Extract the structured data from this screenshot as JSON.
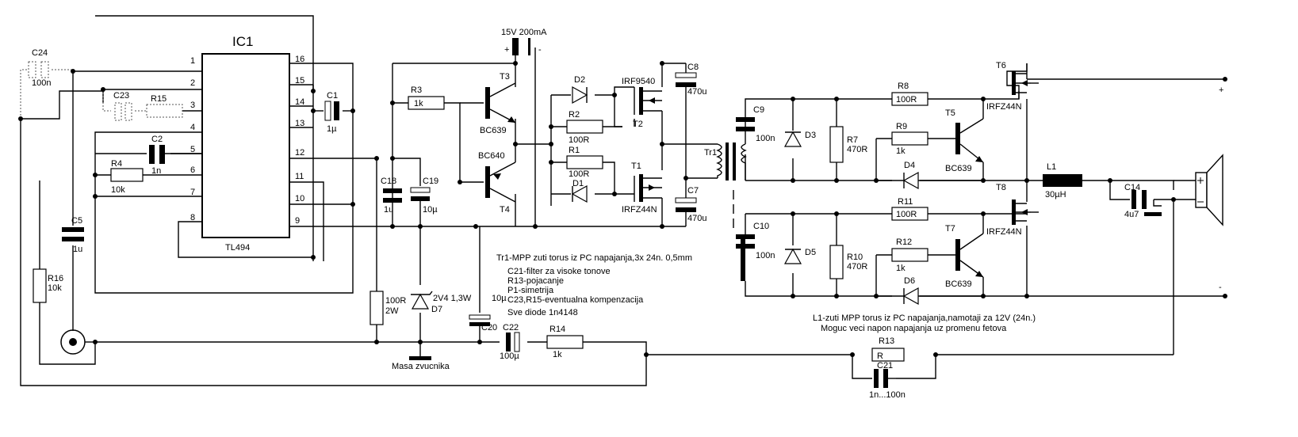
{
  "ic": {
    "name": "IC1",
    "part": "TL494",
    "pins_left": [
      "1",
      "2",
      "3",
      "4",
      "5",
      "6",
      "7",
      "8"
    ],
    "pins_right": [
      "16",
      "15",
      "14",
      "13",
      "12",
      "11",
      "10",
      "9"
    ]
  },
  "supply": {
    "label": "15V 200mA",
    "plus": "+",
    "minus": "-"
  },
  "components": {
    "C24": [
      "C24",
      "100n"
    ],
    "C23": [
      "C23",
      ""
    ],
    "R15": [
      "R15",
      ""
    ],
    "C1": [
      "C1",
      "1µ"
    ],
    "C2": [
      "C2",
      "1n"
    ],
    "R4": [
      "R4",
      "10k"
    ],
    "C5": [
      "C5",
      "1u"
    ],
    "R16": [
      "R16",
      "10k"
    ],
    "R3": [
      "R3",
      "1k"
    ],
    "C18": [
      "C18",
      "1u"
    ],
    "C19": [
      "C19",
      "10µ"
    ],
    "R100": [
      "100R",
      "2W"
    ],
    "D7": [
      "D7",
      "2V4 1,3W"
    ],
    "C20": [
      "C20",
      "10µ"
    ],
    "C22": [
      "C22",
      "100µ"
    ],
    "R14": [
      "R14",
      "1k"
    ],
    "T3": [
      "T3",
      "BC639"
    ],
    "T4": [
      "T4",
      "BC640"
    ],
    "D2": [
      "D2",
      ""
    ],
    "R2": [
      "R2",
      "100R"
    ],
    "R1": [
      "R1",
      "100R"
    ],
    "D1": [
      "D1",
      ""
    ],
    "T2": [
      "T2",
      "IRF9540"
    ],
    "T1": [
      "T1",
      "IRFZ44N"
    ],
    "C8": [
      "C8",
      "470u"
    ],
    "C7": [
      "C7",
      "470u"
    ],
    "Tr1": [
      "Tr1",
      ""
    ],
    "C9": [
      "C9",
      "100n"
    ],
    "D3": [
      "D3",
      ""
    ],
    "R7": [
      "R7",
      "470R"
    ],
    "R8": [
      "R8",
      "100R"
    ],
    "R9": [
      "R9",
      "1k"
    ],
    "D4": [
      "D4",
      ""
    ],
    "T5": [
      "T5",
      "BC639"
    ],
    "T6": [
      "T6",
      "IRFZ44N"
    ],
    "C10": [
      "C10",
      "100n"
    ],
    "D5": [
      "D5",
      ""
    ],
    "R10": [
      "R10",
      "470R"
    ],
    "R11": [
      "R11",
      "100R"
    ],
    "R12": [
      "R12",
      "1k"
    ],
    "D6": [
      "D6",
      ""
    ],
    "T7": [
      "T7",
      "BC639"
    ],
    "T8": [
      "T8",
      "IRFZ44N"
    ],
    "L1": [
      "L1",
      "30µH"
    ],
    "C14": [
      "C14",
      "4u7"
    ],
    "R13": [
      "R13",
      "R"
    ],
    "C21": [
      "C21",
      "1n...100n"
    ]
  },
  "ground_label": "Masa zvucnika",
  "notes": [
    "Tr1-MPP zuti torus iz PC napajanja,3x 24n. 0,5mm",
    "C21-filter za visoke tonove",
    "R13-pojacanje",
    "P1-simetrija",
    "C23,R15-eventualna kompenzacija",
    "Sve diode 1n4148"
  ],
  "notes2": [
    "L1-zuti MPP torus iz PC napajanja,namotaji za 12V (24n.)",
    "Moguc veci napon napajanja uz promenu fetova"
  ],
  "output": {
    "plus": "+",
    "minus": "-"
  }
}
